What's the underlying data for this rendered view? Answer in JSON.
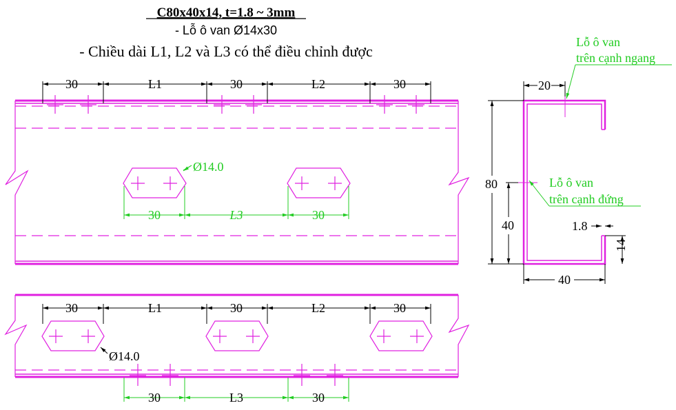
{
  "header": {
    "title": "C80x40x14, t=1.8 ~ 3mm",
    "line2": "- Lỗ ô van Ø14x30",
    "line3": "- Chiều dài L1, L2 và L3 có thể điều chỉnh được"
  },
  "top_view": {
    "dim_30": "30",
    "dim_L1": "L1",
    "dim_L2": "L2",
    "hole_dia": "Ø14.0",
    "dim_L3": "L3"
  },
  "bottom_view": {
    "dim_30": "30",
    "dim_L1": "L1",
    "dim_L2": "L2",
    "hole_dia": "Ø14.0",
    "dim_L3": "L3"
  },
  "section": {
    "flange_label_1": "Lỗ ô van",
    "flange_label_2": "trên cạnh ngang",
    "web_label_1": "Lỗ ô van",
    "web_label_2": "trên cạnh đứng",
    "dim_20": "20",
    "dim_80": "80",
    "dim_40_v": "40",
    "dim_1_8": "1.8",
    "dim_14": "14",
    "dim_40_h": "40"
  },
  "colors": {
    "profile": "#e020e0",
    "dimension": "#000000",
    "hole_annotation": "#22cc22"
  }
}
